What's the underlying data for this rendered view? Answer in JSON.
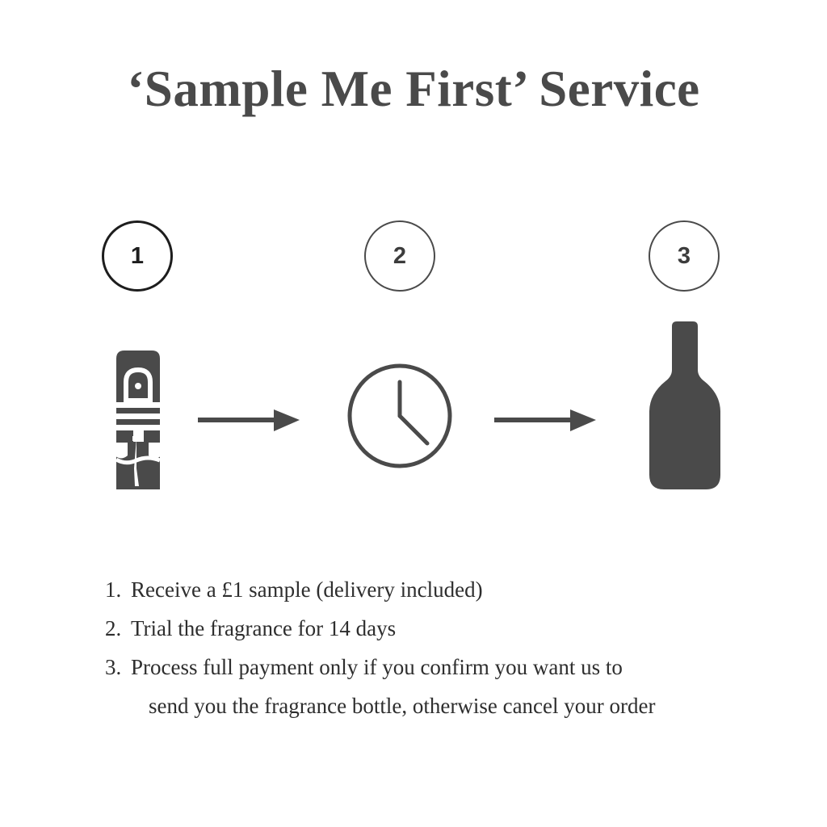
{
  "page": {
    "title": "‘Sample Me First’ Service",
    "background_color": "#ffffff",
    "text_color": "#2e2e2e",
    "icon_color": "#4a4a4a"
  },
  "steps": [
    {
      "number": "1",
      "icon": "sample-vial-icon",
      "circle_border_color": "#1d1d1d"
    },
    {
      "number": "2",
      "icon": "clock-icon",
      "circle_border_color": "#4a4a4a"
    },
    {
      "number": "3",
      "icon": "fragrance-bottle-icon",
      "circle_border_color": "#4a4a4a"
    }
  ],
  "arrows": [
    {
      "name": "arrow-step1-to-step2"
    },
    {
      "name": "arrow-step2-to-step3"
    }
  ],
  "list": {
    "items": [
      {
        "marker": "1.",
        "text": "Receive a £1 sample (delivery included)",
        "continuation": ""
      },
      {
        "marker": "2.",
        "text": "Trial the fragrance for 14 days",
        "continuation": ""
      },
      {
        "marker": "3.",
        "text": "Process full payment only if you confirm you want us to",
        "continuation": "send you the fragrance bottle, otherwise cancel your order"
      }
    ]
  }
}
